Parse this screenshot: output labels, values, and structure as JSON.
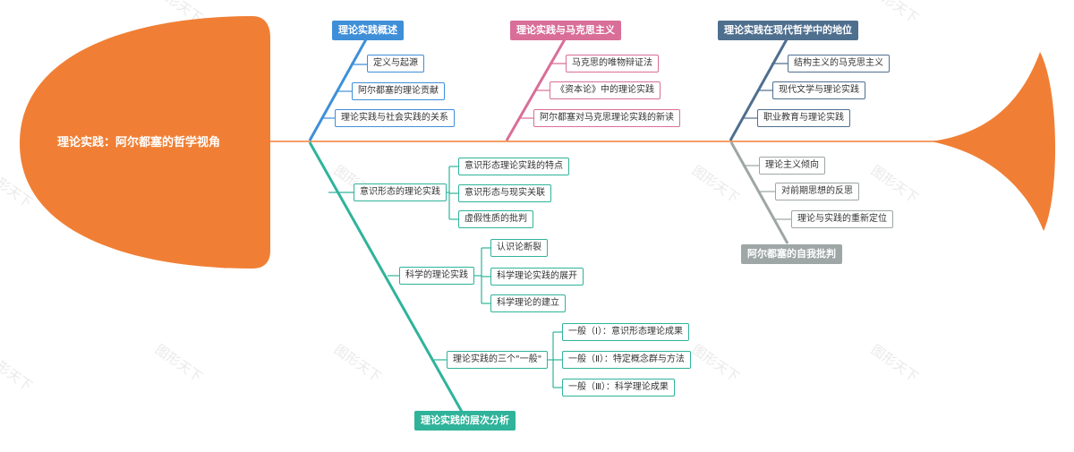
{
  "title": "理论实践：阿尔都塞的哲学视角",
  "watermark": "图形天下",
  "colors": {
    "head": "#f07f35",
    "spine": "#f07f35",
    "cat1": "#3f8fd8",
    "cat2": "#d96e98",
    "cat3": "#4f6f8f",
    "cat4": "#9ea6a6",
    "cat5": "#2fb39a"
  },
  "categories": [
    {
      "label": "理论实践概述",
      "items": [
        "定义与起源",
        "阿尔都塞的理论贡献",
        "理论实践与社会实践的关系"
      ]
    },
    {
      "label": "理论实践与马克思主义",
      "items": [
        "马克思的唯物辩证法",
        "《资本论》中的理论实践",
        "阿尔都塞对马克思理论实践的新读"
      ]
    },
    {
      "label": "理论实践在现代哲学中的地位",
      "items": [
        "结构主义的马克思主义",
        "现代文学与理论实践",
        "职业教育与理论实践"
      ]
    },
    {
      "label": "阿尔都塞的自我批判",
      "items": [
        "理论主义倾向",
        "对前期思想的反思",
        "理论与实践的重新定位"
      ]
    },
    {
      "label": "理论实践的层次分析",
      "groups": [
        {
          "label": "意识形态的理论实践",
          "items": [
            "意识形态理论实践的特点",
            "意识形态与现实关联",
            "虚假性质的批判"
          ]
        },
        {
          "label": "科学的理论实践",
          "items": [
            "认识论断裂",
            "科学理论实践的展开",
            "科学理论的建立"
          ]
        },
        {
          "label": "理论实践的三个\"一般\"",
          "items": [
            "一般（Ⅰ）：意识形态理论成果",
            "一般（Ⅱ）：特定概念群与方法",
            "一般（Ⅲ）：科学理论成果"
          ]
        }
      ]
    }
  ]
}
